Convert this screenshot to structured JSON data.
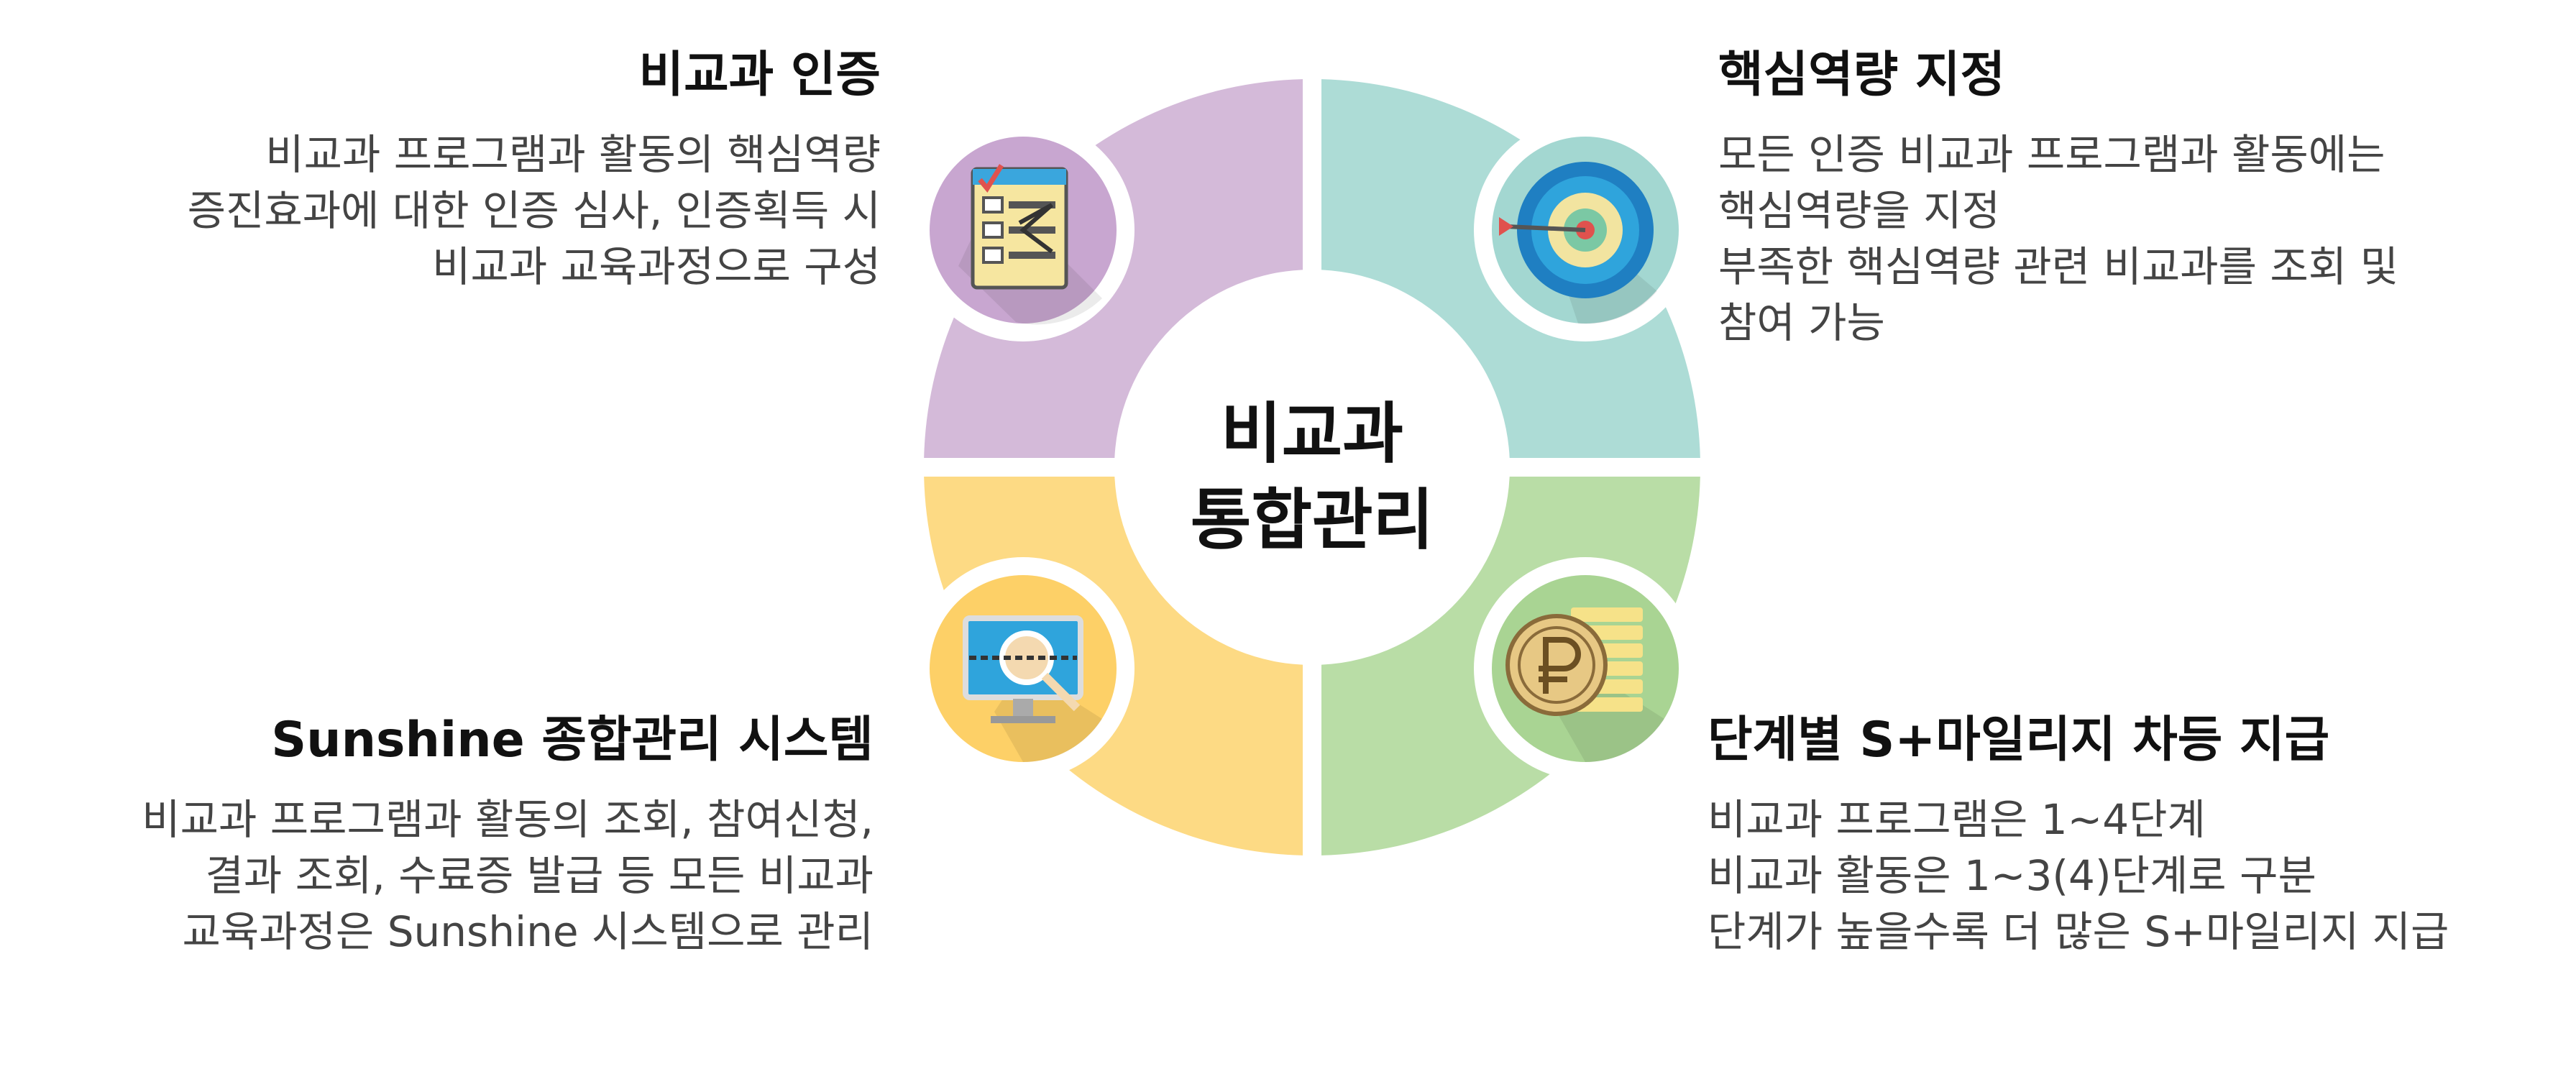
{
  "center": {
    "line1": "비교과",
    "line2": "통합관리"
  },
  "colors": {
    "purple": "#D4BAD9",
    "teal": "#ADDCD6",
    "yellow": "#FDDA84",
    "green": "#B9DDA6",
    "white": "#ffffff"
  },
  "quadrants": {
    "top_left": {
      "title": "비교과 인증",
      "lines": [
        "비교과 프로그램과 활동의 핵심역량",
        "증진효과에 대한 인증 심사, 인증획득 시",
        "비교과 교육과정으로 구성"
      ],
      "icon": "document-checklist-icon"
    },
    "top_right": {
      "title": "핵심역량 지정",
      "lines": [
        "모든 인증 비교과 프로그램과 활동에는",
        "핵심역량을 지정",
        "부족한 핵심역량 관련 비교과를 조회 및",
        "참여 가능"
      ],
      "icon": "target-dart-icon"
    },
    "bottom_left": {
      "title": "Sunshine 종합관리 시스템",
      "lines": [
        "비교과 프로그램과 활동의 조회, 참여신청,",
        "결과 조회, 수료증 발급 등 모든 비교과",
        "교육과정은 Sunshine 시스템으로 관리"
      ],
      "icon": "monitor-search-icon"
    },
    "bottom_right": {
      "title": "단계별 S+마일리지 차등 지급",
      "lines": [
        "비교과 프로그램은 1~4단계",
        "비교과 활동은 1~3(4)단계로 구분",
        "단계가 높을수록 더 많은 S+마일리지 지급"
      ],
      "icon": "coin-stack-icon"
    }
  }
}
